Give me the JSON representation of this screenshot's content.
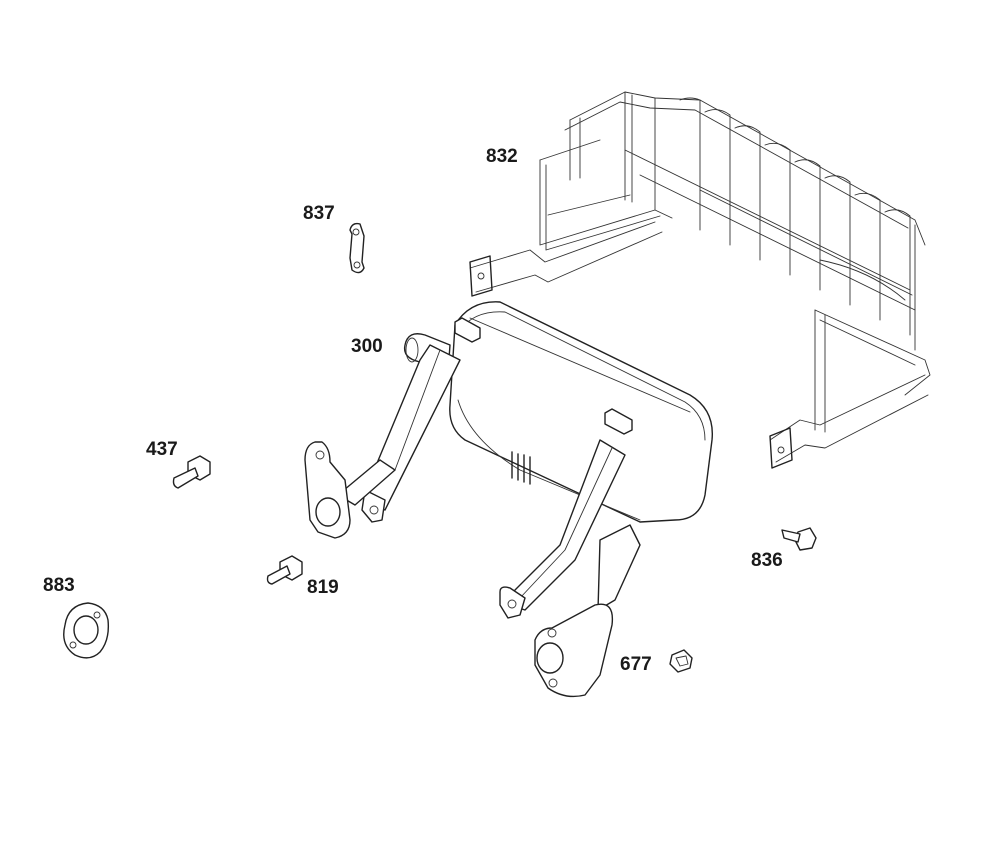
{
  "diagram": {
    "type": "exploded-parts-diagram",
    "line_color": "#222222",
    "background": "#ffffff",
    "parts": [
      {
        "id": "832",
        "label": "832",
        "icon": "wire-guard-cage-icon"
      },
      {
        "id": "837",
        "label": "837",
        "icon": "bracket-plate-icon"
      },
      {
        "id": "300",
        "label": "300",
        "icon": "muffler-icon"
      },
      {
        "id": "437",
        "label": "437",
        "icon": "bolt-icon"
      },
      {
        "id": "819",
        "label": "819",
        "icon": "bolt-icon"
      },
      {
        "id": "883",
        "label": "883",
        "icon": "gasket-icon"
      },
      {
        "id": "836",
        "label": "836",
        "icon": "screw-icon"
      },
      {
        "id": "677",
        "label": "677",
        "icon": "nut-icon"
      }
    ]
  }
}
